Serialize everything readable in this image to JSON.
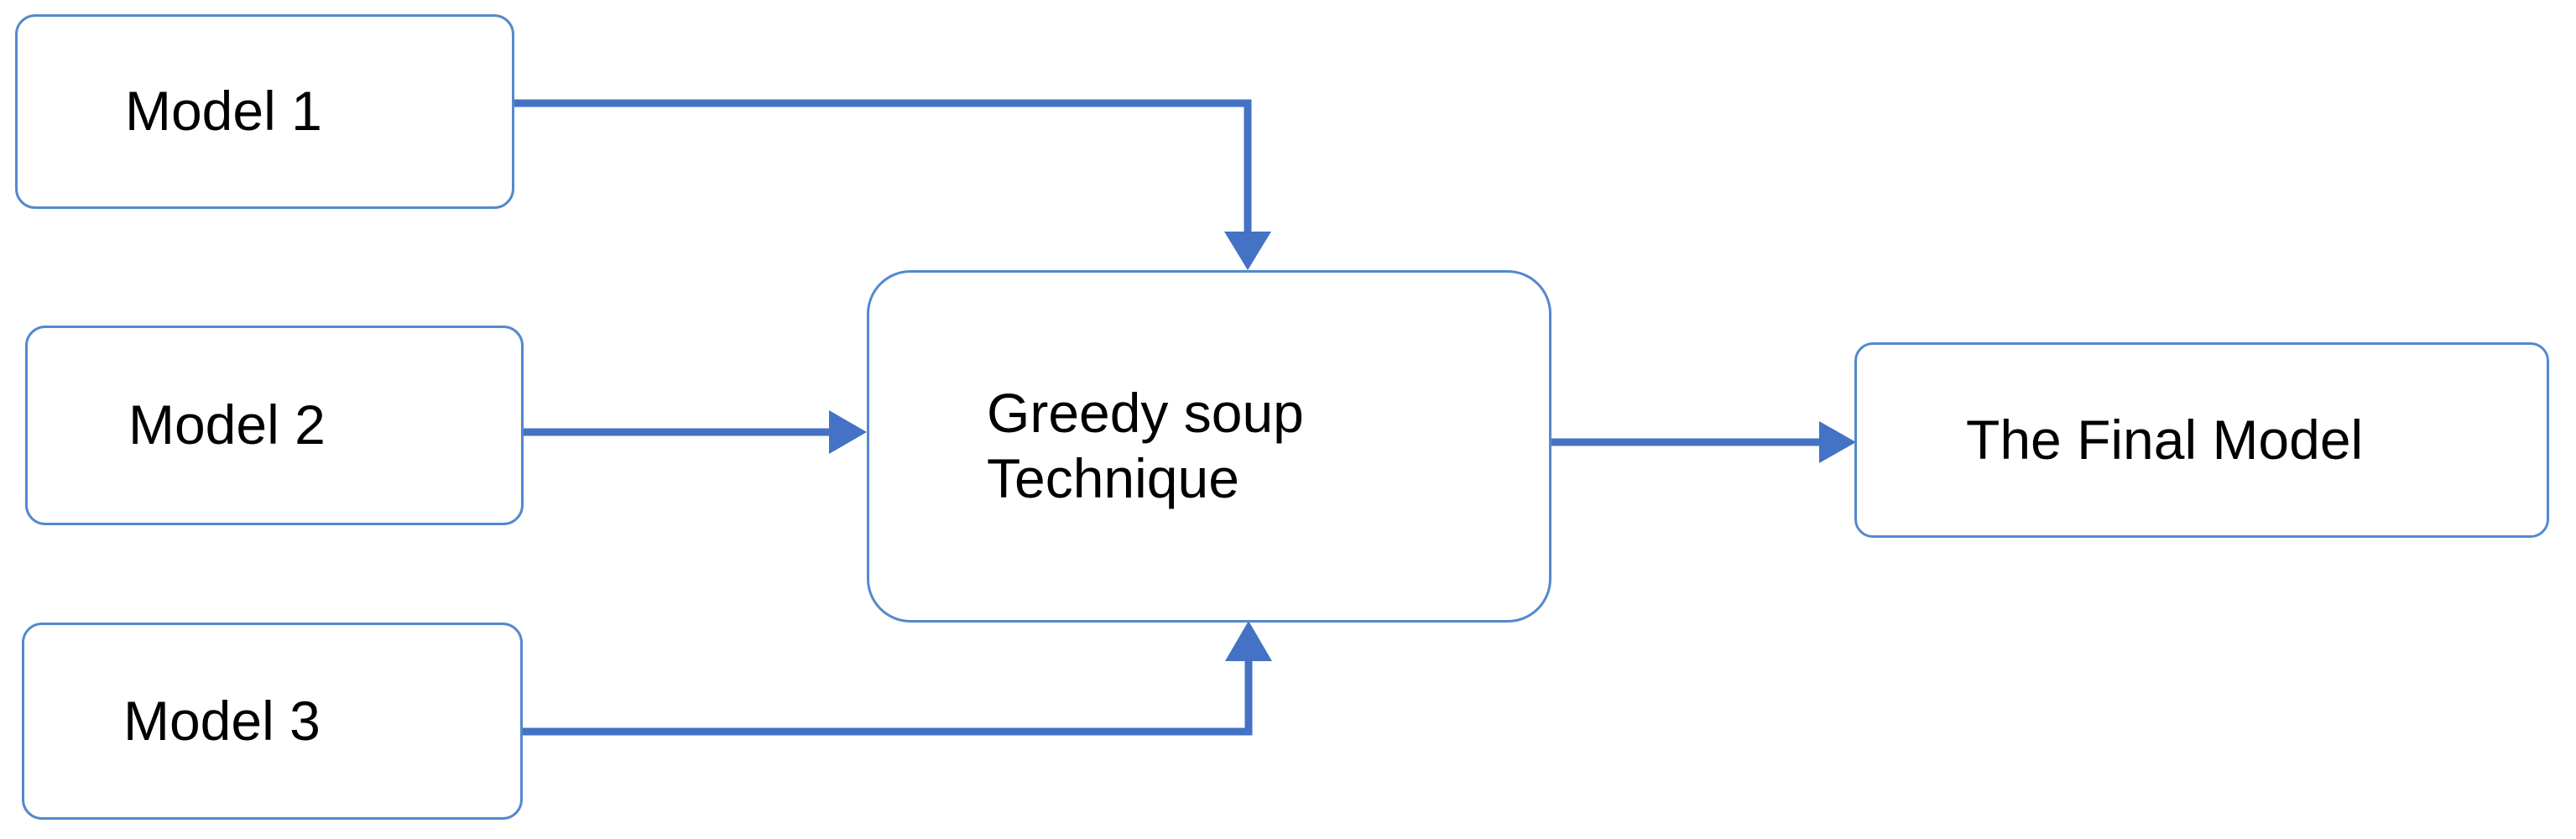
{
  "diagram": {
    "title": "Greedy soup model merging flow",
    "background_color": "#ffffff",
    "node_border_color": "#5389CE",
    "arrow_color": "#4472C4",
    "text_color": "#000000",
    "nodes": [
      {
        "id": "model-1",
        "label": "Model 1"
      },
      {
        "id": "model-2",
        "label": "Model 2"
      },
      {
        "id": "model-3",
        "label": "Model 3"
      },
      {
        "id": "greedy-soup",
        "label": "Greedy soup\nTechnique"
      },
      {
        "id": "final-model",
        "label": "The Final Model"
      }
    ],
    "edges": [
      {
        "id": "edge-model-1-to-greedy-soup",
        "from": "model-1",
        "to": "greedy-soup",
        "label": "",
        "style": "elbow-down",
        "arrowhead": "down"
      },
      {
        "id": "edge-model-2-to-greedy-soup",
        "from": "model-2",
        "to": "greedy-soup",
        "label": "",
        "style": "straight",
        "arrowhead": "right"
      },
      {
        "id": "edge-model-3-to-greedy-soup",
        "from": "model-3",
        "to": "greedy-soup",
        "label": "",
        "style": "elbow-up",
        "arrowhead": "up"
      },
      {
        "id": "edge-greedy-soup-to-final-model",
        "from": "greedy-soup",
        "to": "final-model",
        "label": "",
        "style": "straight",
        "arrowhead": "right"
      }
    ]
  }
}
